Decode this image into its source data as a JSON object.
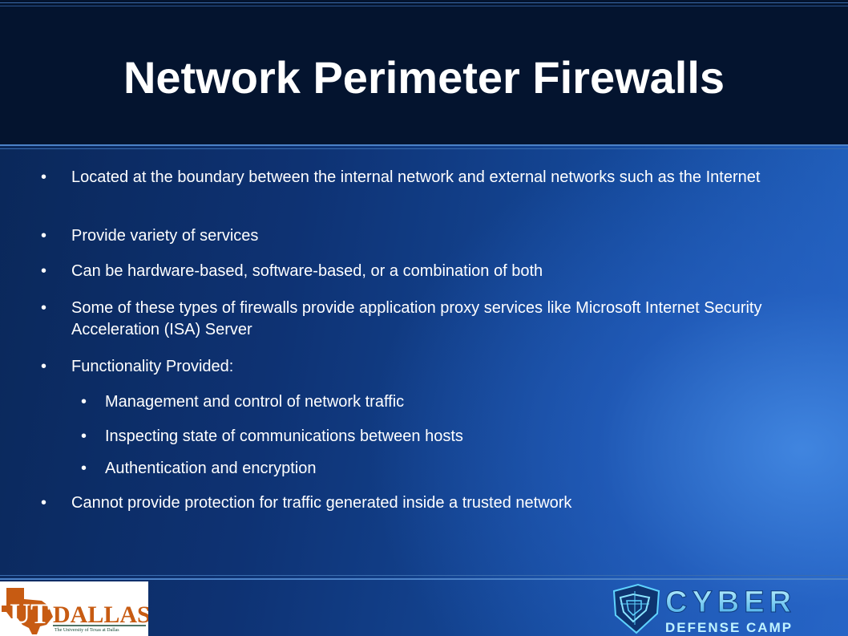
{
  "slide": {
    "title": "Network Perimeter Firewalls",
    "bullets": [
      {
        "level": 1,
        "text": "Located at the boundary between the internal network and external networks such as the Internet"
      },
      {
        "level": 1,
        "text": "Provide variety of services"
      },
      {
        "level": 1,
        "text": "Can be hardware-based, software-based, or a combination of both"
      },
      {
        "level": 1,
        "text": "Some of these types of firewalls provide application proxy services like Microsoft Internet Security Acceleration (ISA) Server"
      },
      {
        "level": 1,
        "text": "Functionality Provided:"
      },
      {
        "level": 2,
        "text": "Management and control of network traffic"
      },
      {
        "level": 2,
        "text": "Inspecting state of communications between hosts"
      },
      {
        "level": 2,
        "text": "Authentication and encryption"
      },
      {
        "level": 1,
        "text": "Cannot provide protection for traffic generated inside a trusted network"
      }
    ],
    "bullet_glyph": "•"
  },
  "logos": {
    "left": {
      "name": "UT DALLAS",
      "tagline": "The University of Texas at Dallas"
    },
    "right": {
      "line1": "CYBER",
      "line2": "DEFENSE CAMP"
    }
  },
  "colors": {
    "header_bg": "#04142f",
    "body_gradient_start": "#0a2758",
    "body_gradient_end": "#2465c4",
    "text": "#ffffff",
    "utd_orange": "#c75b12",
    "utd_green": "#154734",
    "cyber_cyan": "#5fd3ff"
  }
}
